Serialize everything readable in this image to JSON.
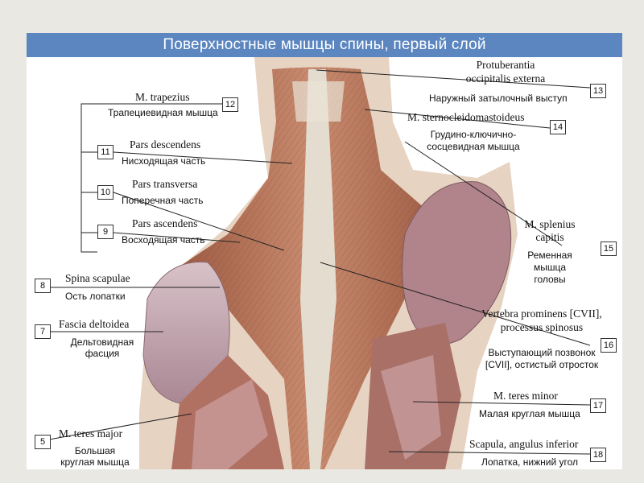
{
  "title": "Поверхностные мышцы спины, первый слой",
  "labels": {
    "l1": {
      "num": "12",
      "latin": "M. trapezius",
      "russian": "Трапециевидная мышца"
    },
    "l2": {
      "num": "11",
      "latin": "Pars descendens",
      "russian": "Нисходящая часть"
    },
    "l3": {
      "num": "10",
      "latin": "Pars transversa",
      "russian": "Поперечная часть"
    },
    "l4": {
      "num": "9",
      "latin": "Pars ascendens",
      "russian": "Восходящая часть"
    },
    "l5": {
      "num": "8",
      "latin": "Spina scapulae",
      "russian": "Ость лопатки"
    },
    "l6": {
      "num": "7",
      "latin": "Fascia deltoidea",
      "russian_1": "Дельтовидная",
      "russian_2": "фасция"
    },
    "l7": {
      "num": "5",
      "latin": "M. teres major",
      "russian_1": "Большая",
      "russian_2": "круглая мышца"
    },
    "r1": {
      "num": "13",
      "latin_1": "Protuberantia",
      "latin_2": "occipitalis externa",
      "russian": "Наружный затылочный выступ"
    },
    "r2": {
      "num": "14",
      "latin": "M. sternocleidomastoideus",
      "russian_1": "Грудино-ключично-",
      "russian_2": "сосцевидная мышца"
    },
    "r3": {
      "num": "15",
      "latin_1": "M. splenius",
      "latin_2": "capitis",
      "russian_1": "Ременная",
      "russian_2": "мышца",
      "russian_3": "головы"
    },
    "r4": {
      "num": "16",
      "latin_1": "Vertebra prominens [CVII],",
      "latin_2": "processus spinosus",
      "russian_1": "Выступающий позвонок",
      "russian_2": "[CVII], остистый отросток"
    },
    "r5": {
      "num": "17",
      "latin": "M. teres minor",
      "russian": "Малая круглая мышца"
    },
    "r6": {
      "num": "18",
      "latin": "Scapula, angulus inferior",
      "russian": "Лопатка, нижний угол"
    }
  },
  "colors": {
    "title_bar": "#5b86c0",
    "muscle": "#b8765a",
    "muscle_dark": "#8f4f3a",
    "tendon": "#d9cfc0",
    "skin": "#e7d3c2"
  }
}
